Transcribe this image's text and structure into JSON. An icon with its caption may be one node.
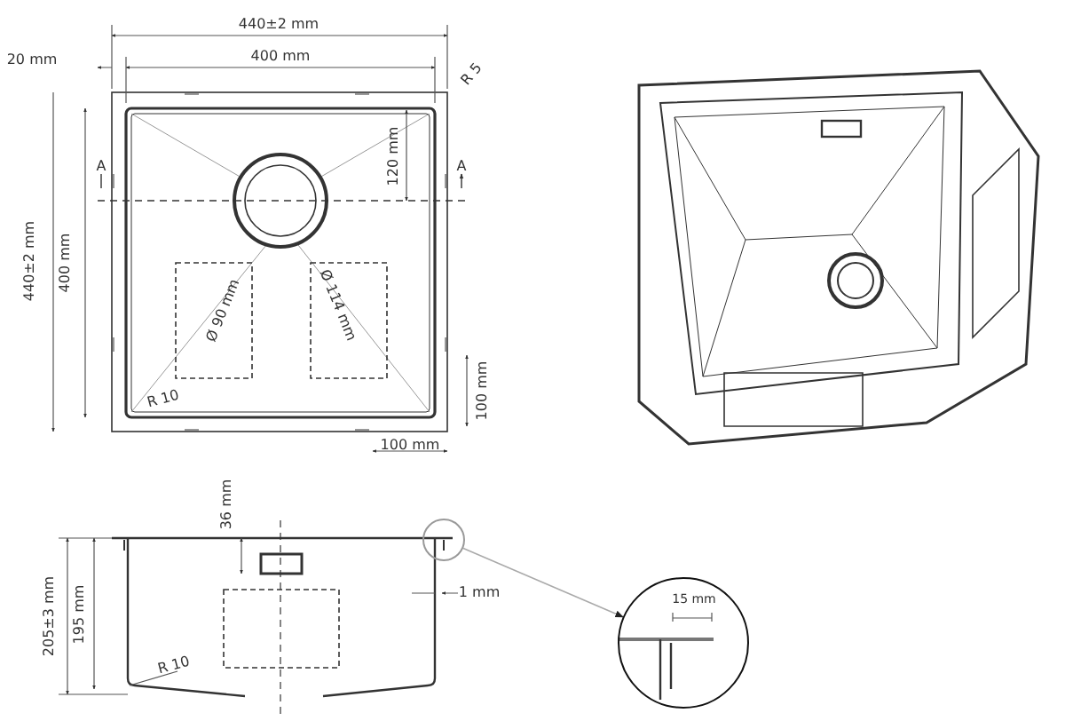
{
  "diagram": {
    "nodes": [
      {
        "text": [],
        "shape": "circle"
      },
      {
        "text": [
          "15 mm"
        ]
      }
    ],
    "edges": [
      {
        "from": 0,
        "to": 1,
        "arrow": "to"
      }
    ],
    "labels": [
      "440±2 mm",
      "20 mm",
      "400 mm",
      "R 5",
      "A",
      "A",
      "120 mm",
      "440±2 mm",
      "400 mm",
      "Ø 90 mm",
      "Ø 114 mm",
      "100 mm",
      "R 10",
      "100 mm",
      "36 mm",
      "205±3 mm",
      "195 mm",
      "1 mm",
      "R 10"
    ]
  }
}
